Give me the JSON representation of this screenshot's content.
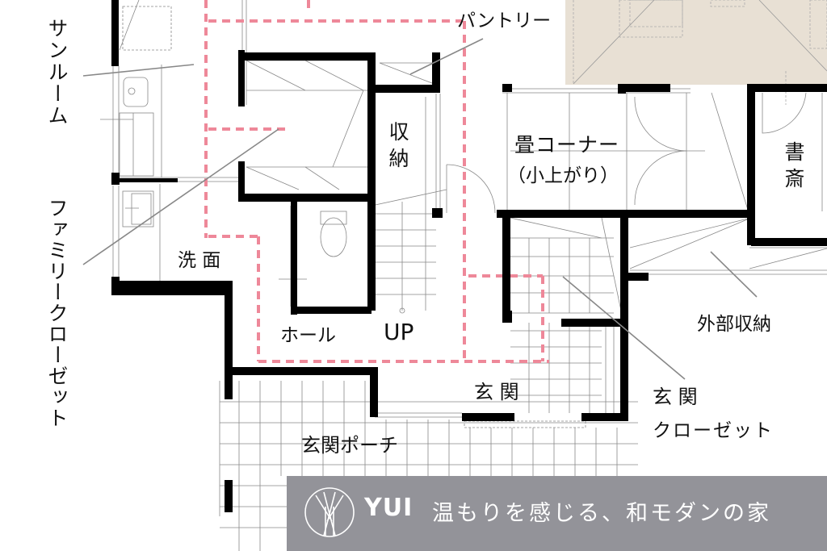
{
  "floor_plan": {
    "rooms": [
      {
        "id": "sunroom",
        "label": "サンルーム",
        "orientation": "vertical"
      },
      {
        "id": "family-closet",
        "label": "ファミリークローゼット",
        "orientation": "vertical"
      },
      {
        "id": "pantry",
        "label": "パントリー"
      },
      {
        "id": "storage",
        "label": "収納",
        "orientation": "vertical"
      },
      {
        "id": "tatami-corner",
        "label": "畳コーナー",
        "sublabel": "（小上がり）"
      },
      {
        "id": "study",
        "label": "書斎",
        "orientation": "vertical"
      },
      {
        "id": "washroom",
        "label": "洗 面"
      },
      {
        "id": "hall",
        "label": "ホール"
      },
      {
        "id": "stairs-up",
        "label": "UP"
      },
      {
        "id": "exterior-storage",
        "label": "外部収納"
      },
      {
        "id": "entrance",
        "label": "玄 関"
      },
      {
        "id": "entrance-closet",
        "label": "玄 関",
        "sublabel": "クローゼット"
      },
      {
        "id": "entrance-porch",
        "label": "玄関ポーチ"
      }
    ],
    "colors": {
      "wall": "#000000",
      "line": "#999999",
      "dashed_outline": "#ee8899",
      "roof_area": "#e8e0d4",
      "leader": "#888888"
    }
  },
  "banner": {
    "brand": "YUI",
    "tagline": "温もりを感じる、和モダンの家",
    "background": "#939399",
    "logo_icon": "tree-in-circle-icon"
  }
}
